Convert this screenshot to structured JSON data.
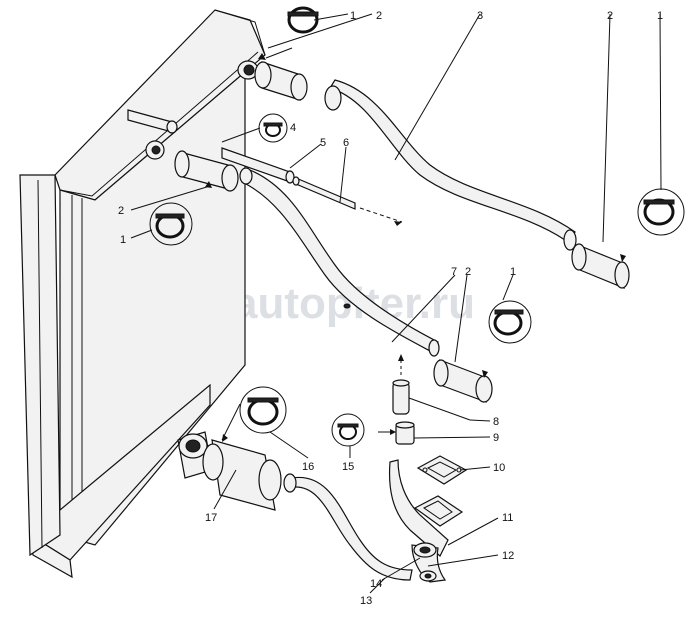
{
  "watermark": {
    "text": "autopiter.ru",
    "logo_letter": "a"
  },
  "labels": {
    "c1a": "1",
    "c2a": "2",
    "c3": "3",
    "c2b": "2",
    "c1b": "1",
    "c4": "4",
    "c5": "5",
    "c6": "6",
    "c2c": "2",
    "c1c": "1",
    "c7": "7",
    "c2d": "2",
    "c1d": "1",
    "c8": "8",
    "c9": "9",
    "c10": "10",
    "c11": "11",
    "c12": "12",
    "c13": "13",
    "c14": "14",
    "c15": "15",
    "c16": "16",
    "c17": "17"
  }
}
